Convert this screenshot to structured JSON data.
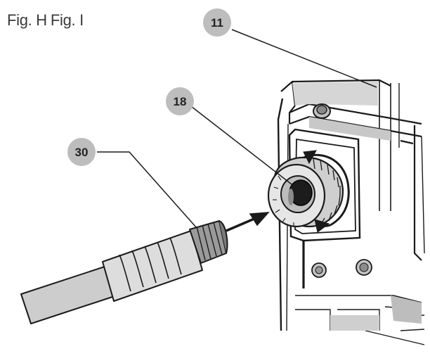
{
  "figure_labels": [
    "Fig. H",
    "Fig. I"
  ],
  "callouts": {
    "c11": "11",
    "c18": "18",
    "c30": "30"
  },
  "colors": {
    "line": "#1a1a1a",
    "callout_fill": "#bdbdbd",
    "body_gray": "#d4d4d4",
    "dark": "#2a2a2a"
  }
}
